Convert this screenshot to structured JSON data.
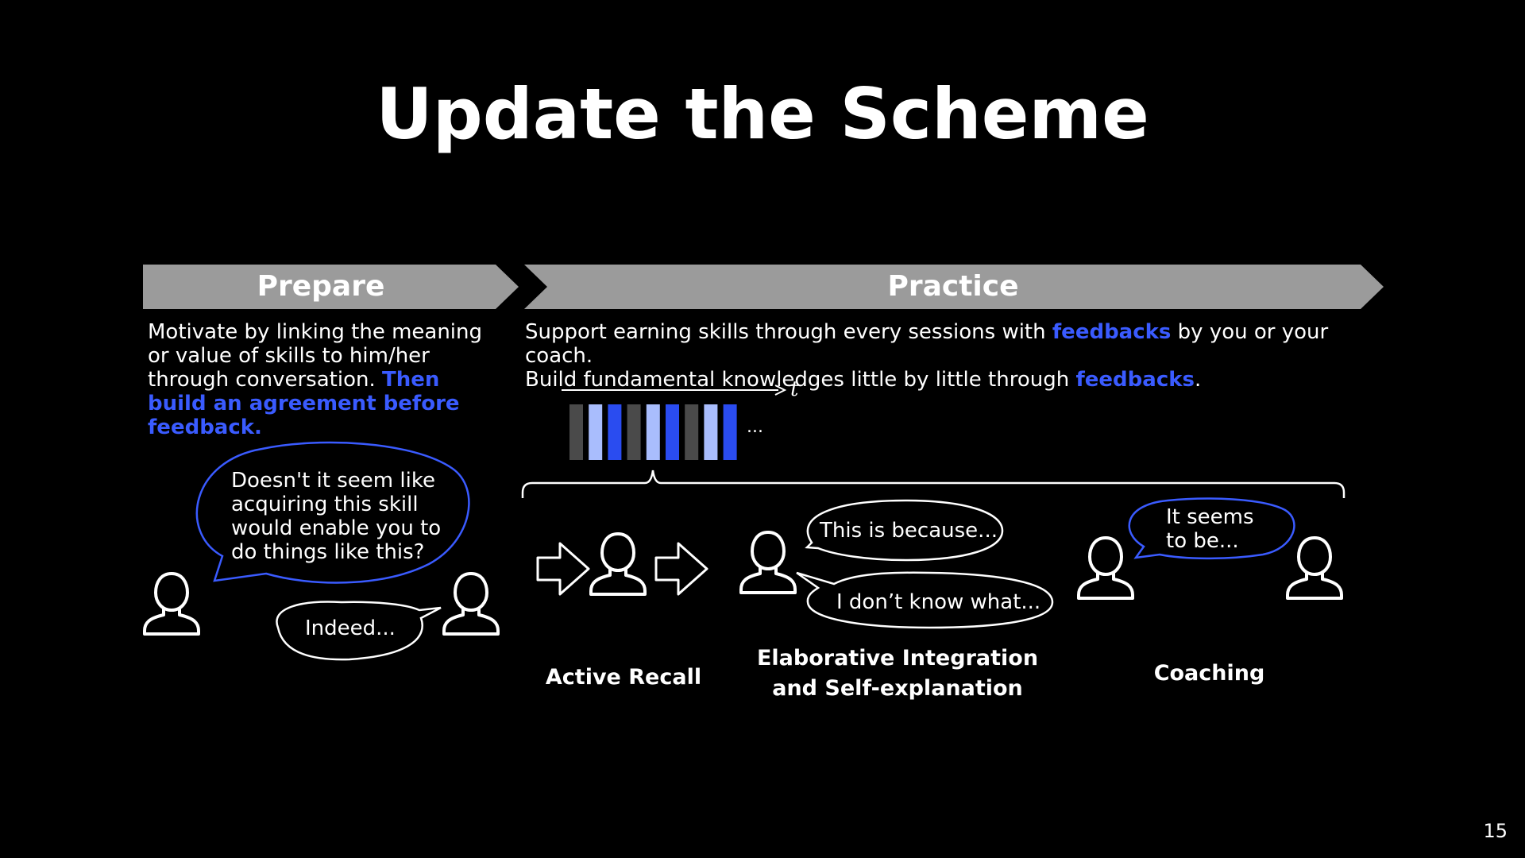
{
  "title": "Update the Scheme",
  "page_number": "15",
  "colors": {
    "accent": "#3a5bff",
    "banner": "#9b9b9b",
    "bar_dark": "#4a4a4a",
    "bar_light": "#a9bdfd",
    "bar_blue": "#2a4cf0"
  },
  "prepare": {
    "label": "Prepare",
    "desc_plain": "Motivate by linking the meaning or value of skills to him/her through conversation.",
    "desc_accent": "Then build an agreement before feedback.",
    "bubble_question": [
      "Doesn't it seem like",
      "acquiring this skill",
      "would enable you to",
      "do things like this?"
    ],
    "bubble_answer": "Indeed..."
  },
  "practice": {
    "label": "Practice",
    "line1_before": "Support earning skills through every sessions with",
    "line1_accent": "feedbacks",
    "line1_after": "by you or your coach.",
    "line2_before": "Build fundamental knowledges little by little through",
    "line2_accent": "feedbacks",
    "line2_after": ".",
    "timeline_axis": "t",
    "timeline_ellipsis": "...",
    "timeline_bars": [
      "dark",
      "light",
      "blue",
      "dark",
      "light",
      "blue",
      "dark",
      "light",
      "blue"
    ],
    "active_recall": {
      "caption": "Active Recall"
    },
    "elaborative": {
      "caption_line1": "Elaborative Integration",
      "caption_line2": "and Self-explanation",
      "bubble_1": "This is because...",
      "bubble_2": "I don’t know what..."
    },
    "coaching": {
      "caption": "Coaching",
      "bubble": [
        "It seems",
        "to be..."
      ]
    }
  }
}
